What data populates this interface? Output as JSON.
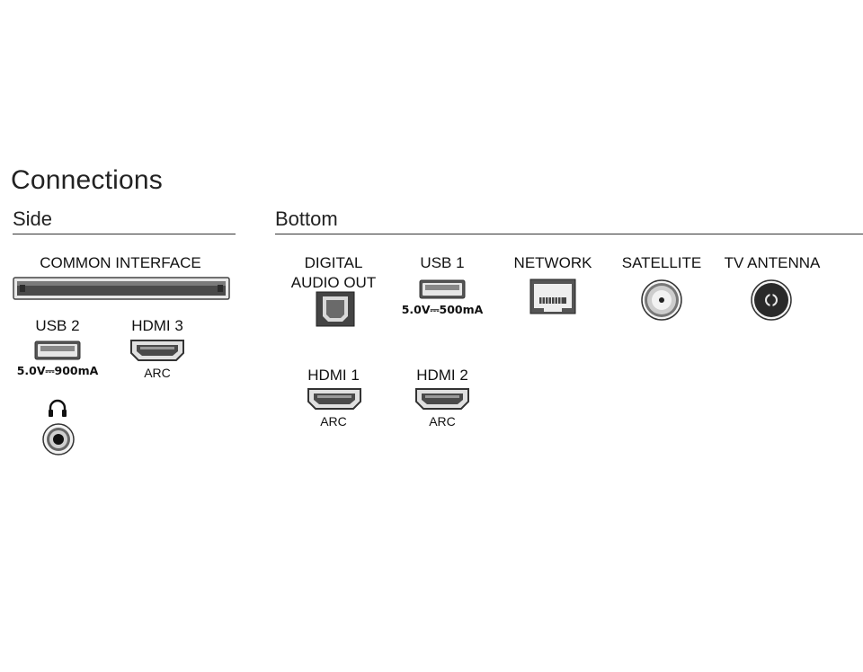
{
  "title": "Connections",
  "side": {
    "heading": "Side",
    "common_interface": {
      "label": "COMMON INTERFACE"
    },
    "usb2": {
      "label": "USB 2",
      "spec": "5.0V⎓900mA"
    },
    "hdmi3": {
      "label": "HDMI 3",
      "sub": "ARC"
    },
    "headphone": {
      "icon": "headphones-icon"
    }
  },
  "bottom": {
    "heading": "Bottom",
    "digital_audio_out": {
      "label_line1": "DIGITAL",
      "label_line2": "AUDIO OUT"
    },
    "usb1": {
      "label": "USB 1",
      "spec": "5.0V⎓500mA"
    },
    "network": {
      "label": "NETWORK"
    },
    "satellite": {
      "label": "SATELLITE"
    },
    "tv_antenna": {
      "label": "TV ANTENNA"
    },
    "hdmi1": {
      "label": "HDMI 1",
      "sub": "ARC"
    },
    "hdmi2": {
      "label": "HDMI 2",
      "sub": "ARC"
    }
  }
}
